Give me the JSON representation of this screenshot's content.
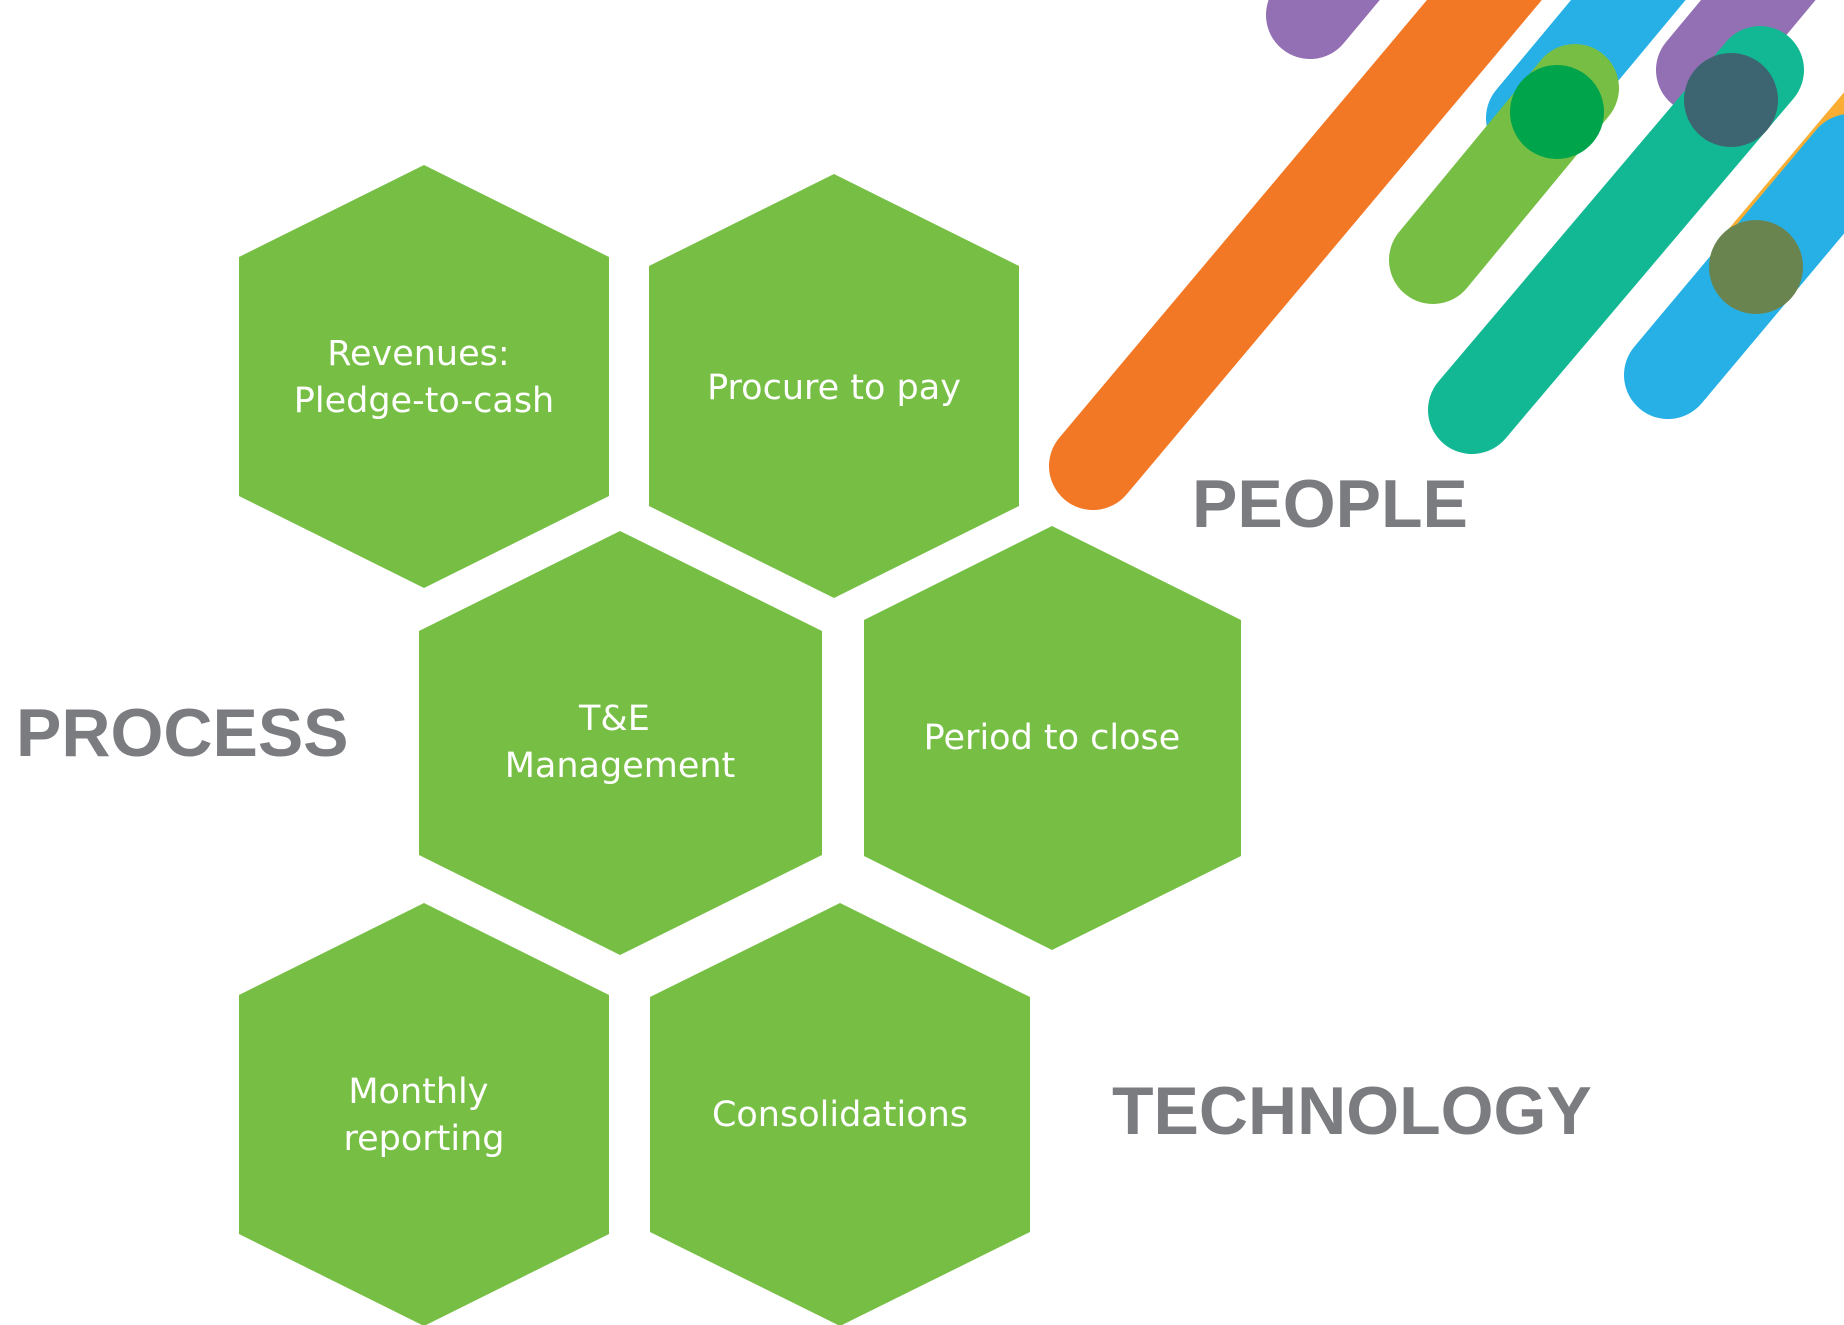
{
  "colors": {
    "hex_fill": "#76bf44",
    "label_gray": "#7a7c80",
    "stripe_purple": "#9370b3",
    "stripe_orange": "#f37826",
    "stripe_green": "#76bf44",
    "stripe_blue": "#27b0e6",
    "stripe_teal": "#12b894",
    "stripe_yellow": "#f9ad33",
    "dot_green": "#00a44a",
    "dot_slate": "#3d6471",
    "dot_olive": "#6a844f"
  },
  "labels": {
    "people": "PEOPLE",
    "process": "PROCESS",
    "technology": "TECHNOLOGY"
  },
  "hexagons": [
    {
      "id": "revenues",
      "lines": [
        "Revenues:",
        "Pledge-to-cash"
      ]
    },
    {
      "id": "procure",
      "lines": [
        "Procure to pay"
      ]
    },
    {
      "id": "te",
      "lines": [
        "T&E",
        "Management"
      ]
    },
    {
      "id": "period",
      "lines": [
        "Period to close"
      ]
    },
    {
      "id": "monthly",
      "lines": [
        "Monthly",
        "reporting"
      ]
    },
    {
      "id": "consolidations",
      "lines": [
        "Consolidations"
      ]
    }
  ]
}
